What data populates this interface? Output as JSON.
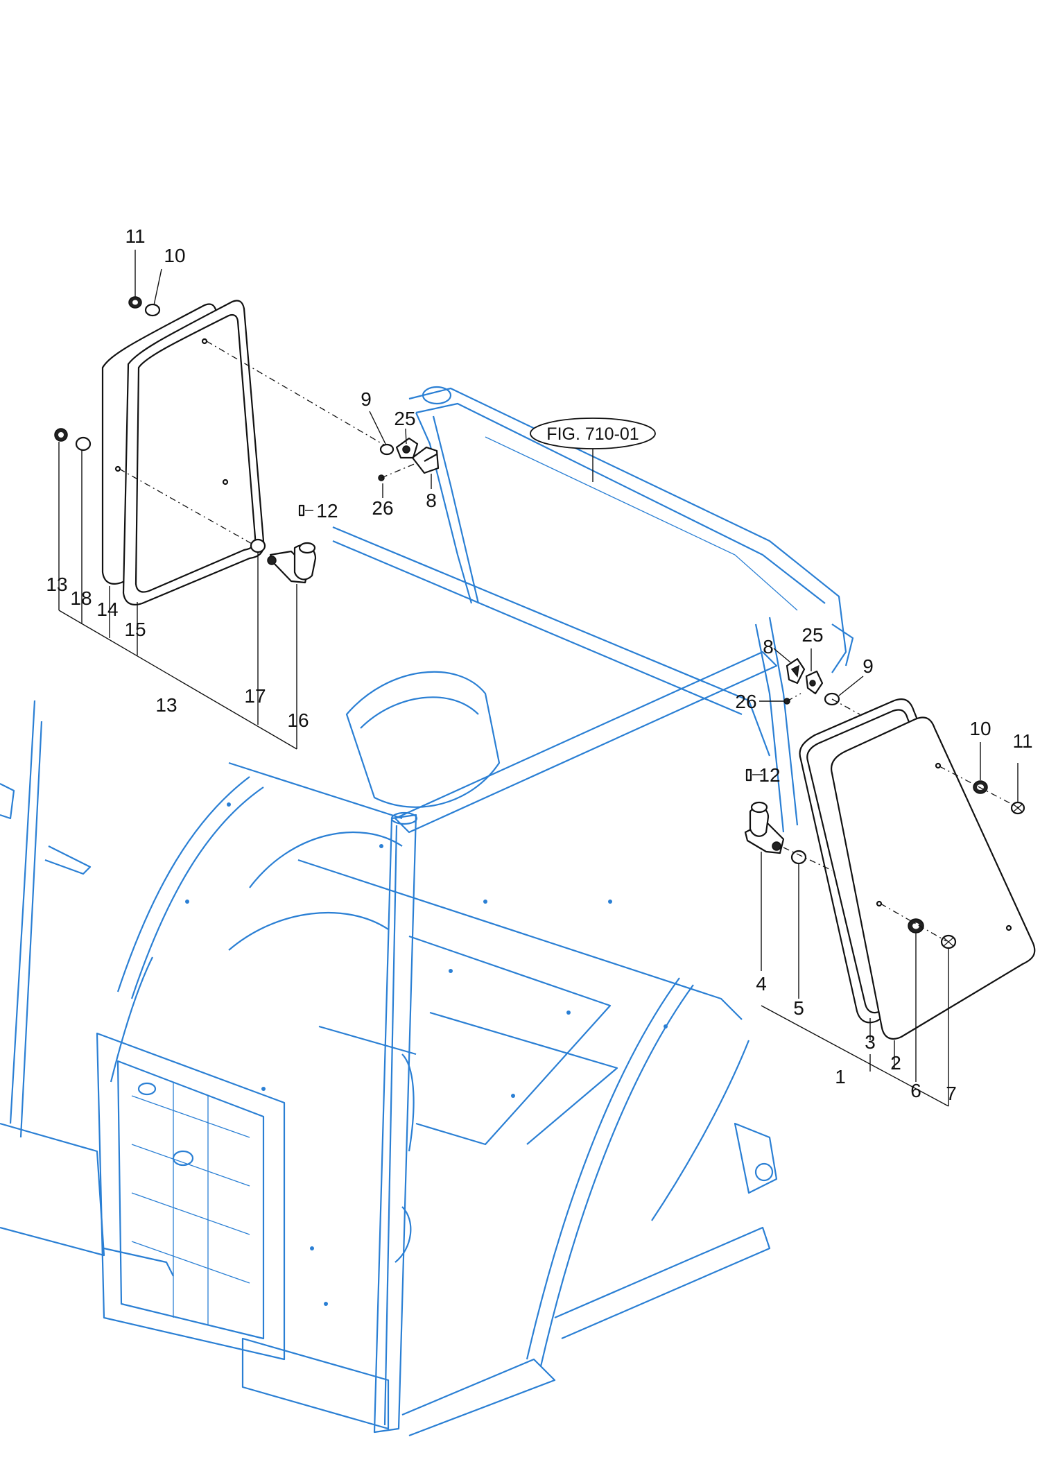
{
  "figure_reference": "FIG. 710-01",
  "callouts": {
    "left_window": [
      "11",
      "10",
      "13",
      "18",
      "14",
      "15",
      "13",
      "17",
      "16",
      "12"
    ],
    "upper_latch": [
      "9",
      "25",
      "26",
      "8"
    ],
    "right_latch": [
      "8",
      "25",
      "9",
      "26"
    ],
    "right_window": [
      "10",
      "11",
      "12",
      "4",
      "5",
      "3",
      "2",
      "6",
      "1",
      "7"
    ]
  },
  "colors": {
    "cab_frame": "#2a7fd4",
    "parts": "#111111",
    "background": "#ffffff"
  }
}
